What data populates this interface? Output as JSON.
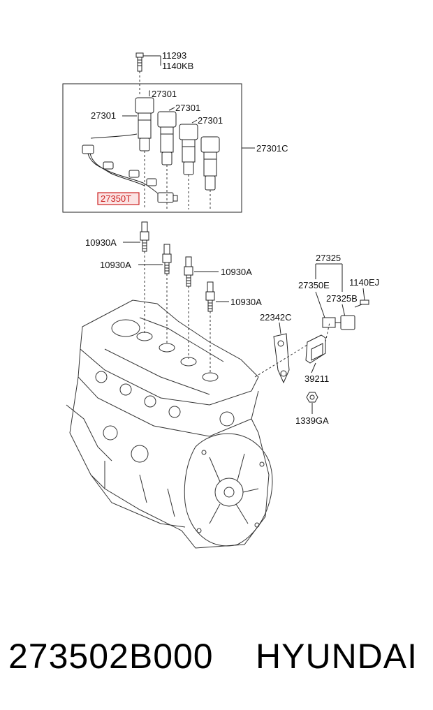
{
  "labels": {
    "bolt_a": "11293",
    "bolt_b": "1140KB",
    "coil_1": "27301",
    "coil_2": "27301",
    "coil_3": "27301",
    "coil_4": "27301",
    "coil_assy": "27301C",
    "harness": "27350T",
    "plug_1": "10930A",
    "plug_2": "10930A",
    "plug_3": "10930A",
    "plug_4": "10930A",
    "sensor_group": "27325",
    "sensor_bracket": "27350E",
    "sensor_bolt": "1140EJ",
    "sensor": "27325B",
    "bracket": "22342C",
    "bracket_2": "39211",
    "nut": "1339GA"
  },
  "footer": {
    "part_number": "273502B000",
    "brand": "HYUNDAI"
  },
  "colors": {
    "highlight": "#cc2222",
    "highlight_fill": "#fbe3e3"
  }
}
